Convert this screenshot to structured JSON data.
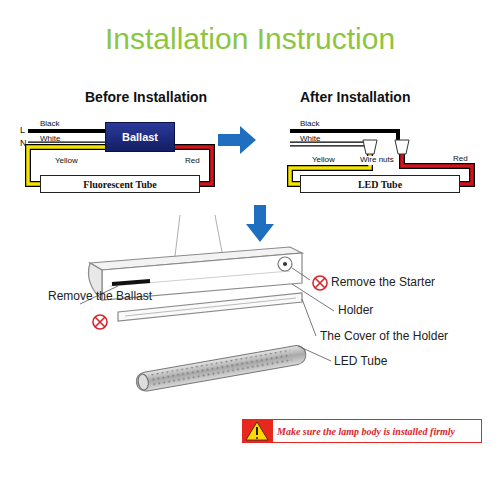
{
  "diagram": {
    "title": "Installation Instruction",
    "nodes": [
      {
        "text": [
          "Ballast"
        ]
      },
      {
        "text": [
          "Fluorescent Tube"
        ]
      },
      {
        "text": [
          "LED Tube"
        ]
      },
      {
        "text": [
          "Make sure the lamp body is installed firmly"
        ]
      }
    ],
    "edges": [
      {
        "from": 0,
        "to": 1,
        "arrow": "none",
        "label": "Yellow"
      },
      {
        "from": 0,
        "to": 1,
        "arrow": "none",
        "label": "Red"
      }
    ],
    "labels": [
      "Before Installation",
      "After Installation",
      "L",
      "N",
      "Black",
      "White",
      "Black",
      "White",
      "Yellow",
      "Red",
      "Wire nuts",
      "Remove the Ballast",
      "Remove the Starter",
      "Holder",
      "The Cover of the Holder",
      "LED Tube"
    ]
  }
}
